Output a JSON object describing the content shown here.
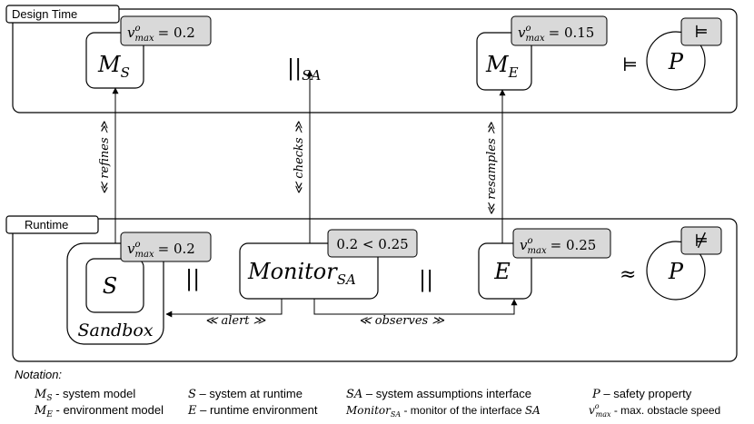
{
  "panels": {
    "design_time": "Design Time",
    "runtime": "Runtime"
  },
  "design": {
    "ms_label": "M",
    "ms_sub": "S",
    "ms_tag_v": "v",
    "ms_tag_sup": "o",
    "ms_tag_sub": "max",
    "ms_tag_val": "= 0.2",
    "parallel": "||",
    "parallel_sub": "SA",
    "me_label": "M",
    "me_sub": "E",
    "me_tag_v": "v",
    "me_tag_sup": "o",
    "me_tag_sub": "max",
    "me_tag_val": "= 0.15",
    "entails": "⊨",
    "p_label": "P",
    "p_tag": "⊨"
  },
  "runtime": {
    "s_label": "S",
    "s_tag_v": "v",
    "s_tag_sup": "o",
    "s_tag_sub": "max",
    "s_tag_val": "= 0.2",
    "sandbox_label": "Sandbox",
    "parallel1": "||",
    "monitor_label": "Monitor",
    "monitor_sub": "SA",
    "monitor_tag": "0.2 < 0.25",
    "parallel2": "||",
    "e_label": "E",
    "e_tag_v": "v",
    "e_tag_sup": "o",
    "e_tag_sub": "max",
    "e_tag_val": "= 0.25",
    "approx": "≈",
    "p_label": "P",
    "p_tag": "⊭"
  },
  "relations": {
    "refines": "≪ refines ≫",
    "checks": "≪ checks ≫",
    "resamples": "≪ resamples ≫",
    "alert": "≪ alert ≫",
    "observes": "≪ observes ≫"
  },
  "notation": {
    "title": "Notation:",
    "col1_row1_sym": "M",
    "col1_row1_sub": "S",
    "col1_row1_text": " - system model",
    "col1_row2_sym": "M",
    "col1_row2_sub": "E",
    "col1_row2_text": " - environment model",
    "col2_row1_sym": "S",
    "col2_row1_text": " – system at runtime",
    "col2_row2_sym": "E",
    "col2_row2_text": " – runtime environment",
    "col3_row1_sym": "SA",
    "col3_row1_text": " – system assumptions interface",
    "col3_row2_sym": "Monitor",
    "col3_row2_sub": "SA",
    "col3_row2_text": " - monitor of the interface ",
    "col3_row2_sym2": "SA",
    "col4_row1_sym": "P",
    "col4_row1_text": " – safety property",
    "col4_row2_v": "v",
    "col4_row2_sup": "o",
    "col4_row2_sub": "max",
    "col4_row2_text": " - max. obstacle speed"
  }
}
